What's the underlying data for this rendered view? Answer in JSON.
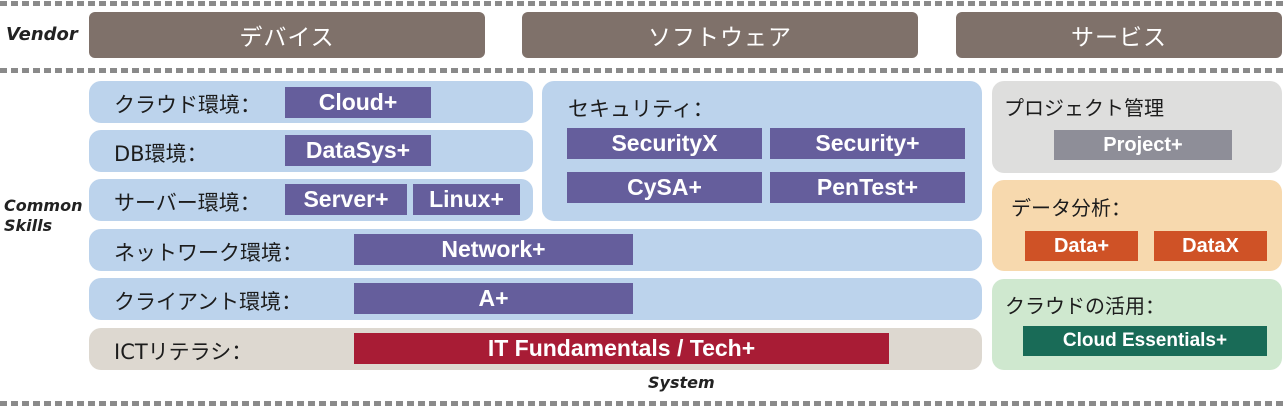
{
  "labels": {
    "vendor": "Vendor",
    "common_skills_line1": "Common",
    "common_skills_line2": "Skills",
    "system": "System"
  },
  "vendor_categories": [
    "デバイス",
    "ソフトウェア",
    "サービス"
  ],
  "domains": {
    "cloud_env": {
      "label": "クラウド環境：",
      "certs": [
        "Cloud+"
      ]
    },
    "db_env": {
      "label": "DB環境：",
      "certs": [
        "DataSys+"
      ]
    },
    "server_env": {
      "label": "サーバー環境：",
      "certs": [
        "Server+",
        "Linux+"
      ]
    },
    "network_env": {
      "label": "ネットワーク環境：",
      "certs": [
        "Network+"
      ]
    },
    "client_env": {
      "label": "クライアント環境：",
      "certs": [
        "A+"
      ]
    },
    "ict_literacy": {
      "label": "ICTリテラシ：",
      "certs": [
        "IT Fundamentals / Tech+"
      ]
    },
    "security": {
      "label": "セキュリティ：",
      "certs": [
        "SecurityX",
        "Security+",
        "CySA+",
        "PenTest+"
      ]
    },
    "project_mgmt": {
      "label": "プロジェクト管理",
      "certs": [
        "Project+"
      ]
    },
    "data_analysis": {
      "label": "データ分析：",
      "certs": [
        "Data+",
        "DataX"
      ]
    },
    "cloud_use": {
      "label": "クラウドの活用：",
      "certs": [
        "Cloud Essentials+"
      ]
    }
  },
  "colors": {
    "vendor_box": "#7f716a",
    "tech_panel": "#bcd3ec",
    "ict_panel": "#ddd8d0",
    "project_panel": "#dededd",
    "data_panel": "#f7d9ae",
    "cloud_use_panel": "#cfe8cf",
    "cert_purple": "#655e9c",
    "cert_red": "#a81c35",
    "cert_gray": "#8e8e98",
    "cert_orange": "#cf5226",
    "cert_green": "#196b57"
  }
}
